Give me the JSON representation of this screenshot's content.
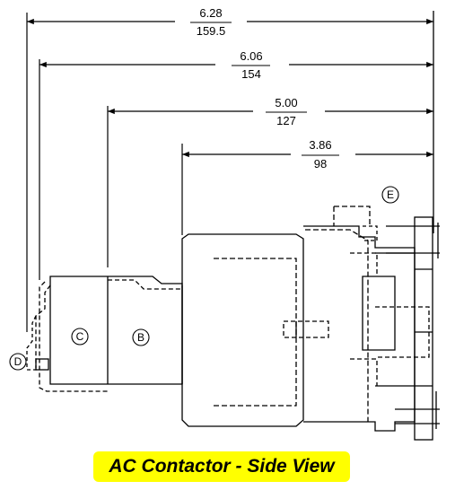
{
  "dimensions": [
    {
      "inches": "6.28",
      "mm": "159.5"
    },
    {
      "inches": "6.06",
      "mm": "154"
    },
    {
      "inches": "5.00",
      "mm": "127"
    },
    {
      "inches": "3.86",
      "mm": "98"
    }
  ],
  "callouts": {
    "b": "B",
    "c": "C",
    "d": "D",
    "e": "E"
  },
  "caption": "AC Contactor - Side View",
  "colors": {
    "line": "#000000",
    "caption_bg": "#ffff00"
  }
}
